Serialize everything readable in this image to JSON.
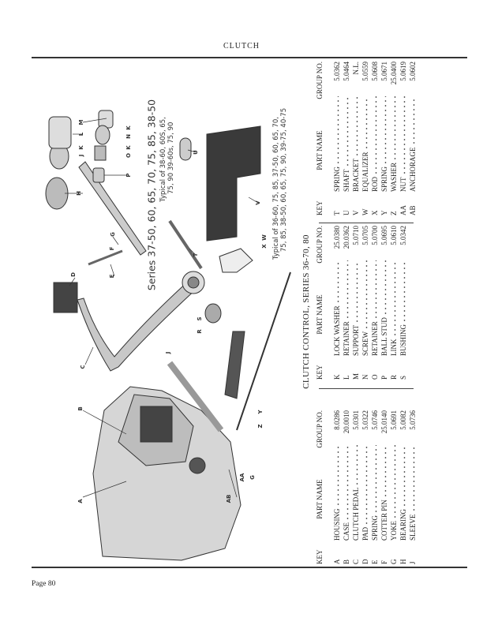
{
  "header": {
    "title": "CLUTCH"
  },
  "footer": {
    "page": "Page 80"
  },
  "diagram": {
    "series_caption": "Series 37-50, 60, 65, 70, 75, 85, 38-50",
    "typical_a": [
      "Typical of 38-60, 60S, 65,",
      "75, 90  39-60s, 75, 90"
    ],
    "typical_b": [
      "Typical of 36-60, 75, 85, 37-50, 60, 65, 70,",
      "75, 85, 38-50, 60, 65, 75, 90, 39-75, 40-75"
    ],
    "callouts": [
      "A",
      "B",
      "C",
      "D",
      "E",
      "F",
      "G",
      "H",
      "J",
      "K",
      "L",
      "M",
      "N",
      "O",
      "K",
      "K",
      "P",
      "J",
      "R",
      "S",
      "T",
      "U",
      "V",
      "W",
      "X",
      "Y",
      "Z",
      "AA",
      "AB",
      "G"
    ]
  },
  "table": {
    "title": "CLUTCH CONTROL, SERIES 36-70, 80",
    "headers": {
      "key": "KEY",
      "name": "PART NAME",
      "group": "GROUP NO."
    },
    "blocks": [
      [
        {
          "key": "A",
          "name": "HOUSING",
          "group": "8.0286"
        },
        {
          "key": "B",
          "name": "CASE",
          "group": "20.0010"
        },
        {
          "key": "C",
          "name": "CLUTCH PEDAL",
          "group": "5.0301"
        },
        {
          "key": "D",
          "name": "PAD",
          "group": "5.0322"
        },
        {
          "key": "E",
          "name": "SPRING",
          "group": "5.0746"
        },
        {
          "key": "F",
          "name": "COTTER PIN",
          "group": "25.0140"
        },
        {
          "key": "G",
          "name": "YOKE",
          "group": "5.0691"
        },
        {
          "key": "H",
          "name": "BEARING",
          "group": "5.0082"
        },
        {
          "key": "J",
          "name": "SLEEVE",
          "group": "5.0736"
        }
      ],
      [
        {
          "key": "K",
          "name": "LOCK WASHER",
          "group": "25.0380"
        },
        {
          "key": "L",
          "name": "RETAINER",
          "group": "20.0362"
        },
        {
          "key": "M",
          "name": "SUPPORT",
          "group": "5.0710"
        },
        {
          "key": "N",
          "name": "SCREW",
          "group": "5.0705"
        },
        {
          "key": "O",
          "name": "RETAINER",
          "group": "5.0700"
        },
        {
          "key": "P",
          "name": "BALL STUD",
          "group": "5.0695"
        },
        {
          "key": "R",
          "name": "LINK",
          "group": "5.0610"
        },
        {
          "key": "S",
          "name": "BUSHING",
          "group": "5.0342"
        }
      ],
      [
        {
          "key": "T",
          "name": "SPRING",
          "group": "5.0362"
        },
        {
          "key": "U",
          "name": "SHAFT",
          "group": "5.0464"
        },
        {
          "key": "V",
          "name": "BRACKET",
          "group": "N.L."
        },
        {
          "key": "W",
          "name": "EQUALIZER",
          "group": "5.0559"
        },
        {
          "key": "X",
          "name": "ROD",
          "group": "5.0608"
        },
        {
          "key": "Y",
          "name": "SPRING",
          "group": "5.0671"
        },
        {
          "key": "Z",
          "name": "WASHER",
          "group": "25.0400"
        },
        {
          "key": "AA",
          "name": "NUT",
          "group": "5.0619"
        },
        {
          "key": "AB",
          "name": "ANCHORAGE",
          "group": "5.0602"
        }
      ]
    ]
  }
}
